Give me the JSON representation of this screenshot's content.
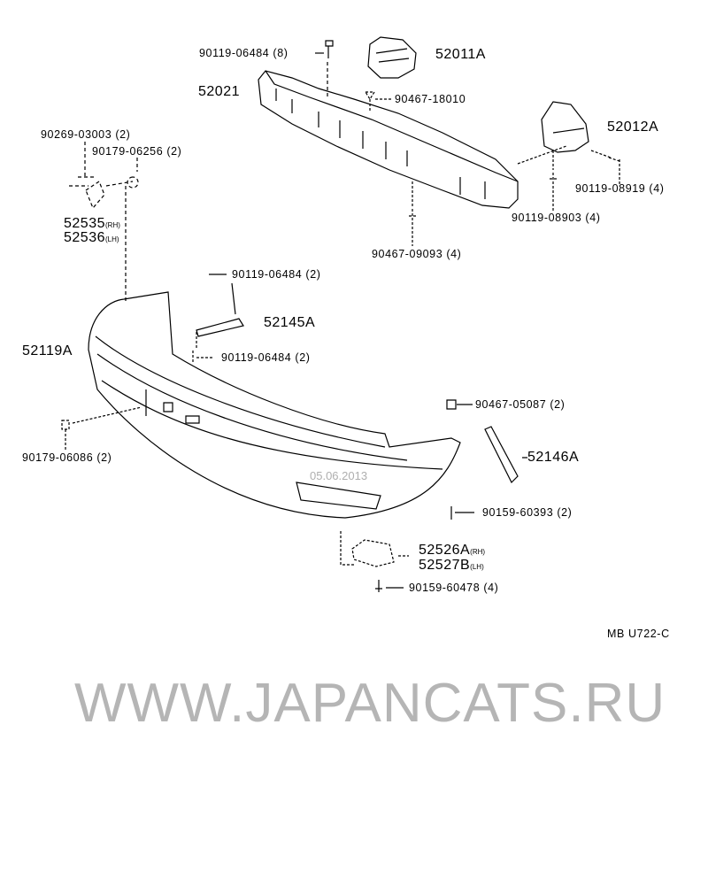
{
  "diagram_code": "MB U722-C",
  "watermark": "WWW.JAPANCATS.RU",
  "watermark_date": "05.06.2013",
  "parts": {
    "bolt_top": "90119-06484 (8)",
    "bracket_52011A": "52011A",
    "reinforcement": "52021",
    "clip_18010": "90467-18010",
    "bracket_52012A": "52012A",
    "screw_03003": "90269-03003 (2)",
    "nut_06256": "90179-06256 (2)",
    "bolt_08919": "90119-08919 (4)",
    "support_rh": "52535",
    "support_rh_side": "(RH)",
    "support_lh": "52536",
    "support_lh_side": "(LH)",
    "bolt_08903": "90119-08903 (4)",
    "clip_09093": "90467-09093 (4)",
    "bolt_06484_upper": "90119-06484 (2)",
    "stay_52145A": "52145A",
    "bumper_cover": "52119A",
    "bolt_06484_lower": "90119-06484 (2)",
    "clip_05087": "90467-05087 (2)",
    "stay_52146A": "52146A",
    "nut_06086": "90179-06086 (2)",
    "screw_60393": "90159-60393 (2)",
    "retainer_rh": "52526A",
    "retainer_rh_side": "(RH)",
    "retainer_lh": "52527B",
    "retainer_lh_side": "(LH)",
    "screw_60478": "90159-60478 (4)"
  }
}
